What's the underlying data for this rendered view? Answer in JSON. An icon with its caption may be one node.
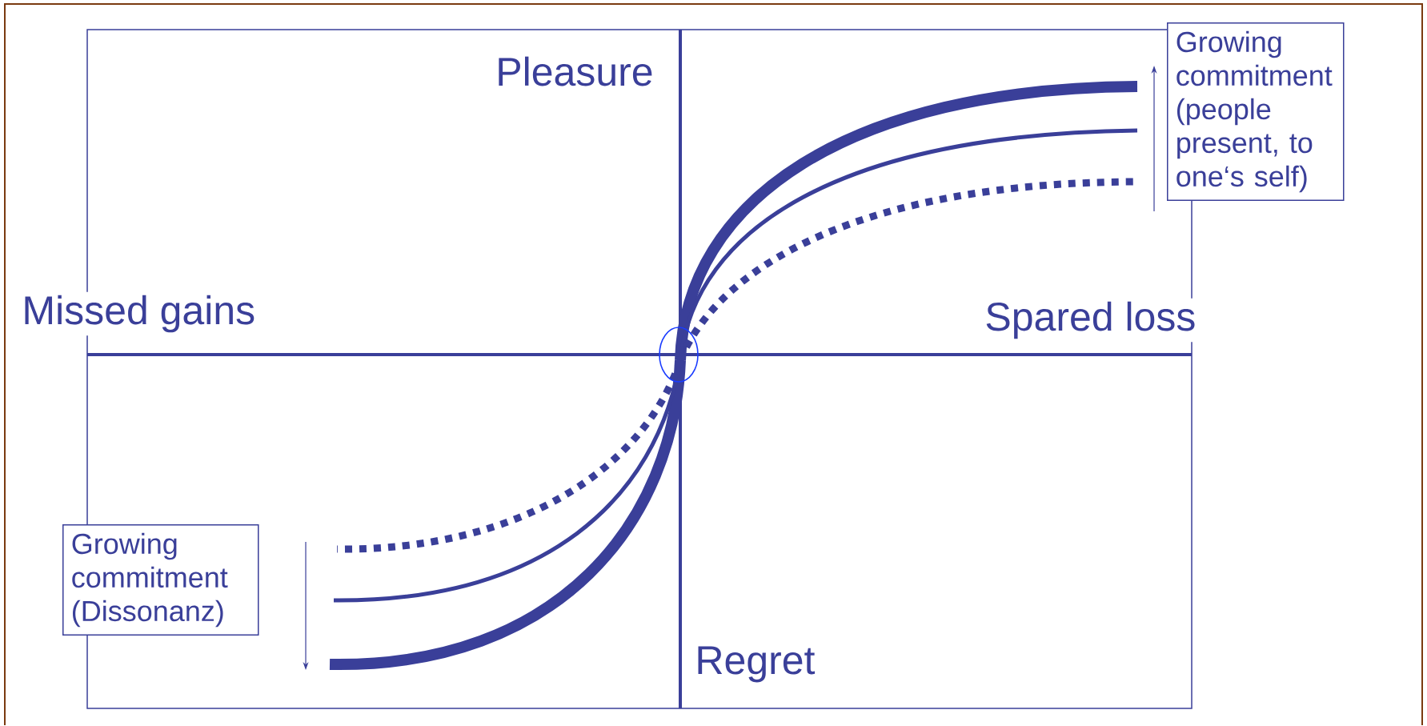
{
  "diagram": {
    "nodes": [
      {
        "text": [
          "Growing commitment (people present, to one‘s self)"
        ]
      },
      {
        "text": [
          "Growing commitment (Dissonanz)"
        ]
      }
    ],
    "labels": [
      "Pleasure",
      "Missed gains",
      "Spared loss",
      "Regret"
    ]
  }
}
